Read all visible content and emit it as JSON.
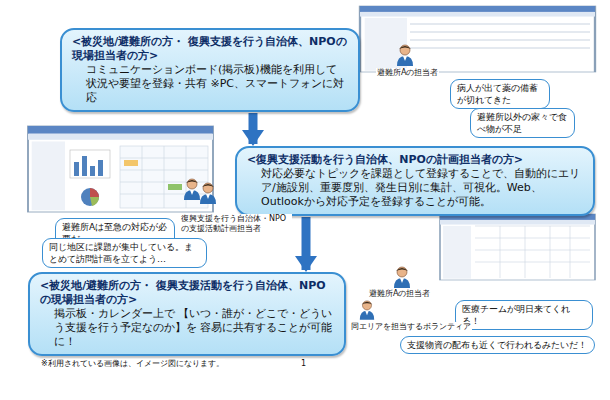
{
  "diagram": {
    "nodes": [
      {
        "text": [
          "<被災地/避難所の方・ 復興支援を行う自治体、NPOの現場担当者の方>",
          "コミュニケーションボード(掲示板)機能を利用して 状況や要望を登録・共有 ※PC、スマートフォンに対応"
        ]
      },
      {
        "text": [
          "病人が出て薬の備蓄が切れてきた"
        ]
      },
      {
        "text": [
          "避難所以外の家々で食べ物が不足"
        ]
      },
      {
        "text": [
          "<復興支援活動を行う自治体、NPOの計画担当者の方>",
          "対応必要なトピックを課題として登録することで、自動的にエリア/施設別、重要度別、発生日別に集計、可視化。Web、Outlookから対応予定を登録することが可能。"
        ]
      },
      {
        "text": [
          "避難所Aは至急の対応が必要だ"
        ]
      },
      {
        "text": [
          "同じ地区に課題が集中している。まとめて訪問計画を立てよう…"
        ]
      },
      {
        "text": [
          "<被災地/避難所の方・ 復興支援活動を行う自治体、NPOの現場担当者の方>",
          "掲示板・カレンダー上で 【いつ・誰が・どこで・どういう支援を行う予定なのか】を 容易に共有することが可能に！"
        ]
      },
      {
        "text": [
          "医療チームが明日来てくれる！"
        ]
      },
      {
        "text": [
          "支援物資の配布も近くで行われるみたいだ！"
        ]
      }
    ],
    "edges": [
      {
        "from": 0,
        "to": 3,
        "arrow": "to"
      },
      {
        "from": 3,
        "to": 6,
        "arrow": "to"
      }
    ],
    "labels": [
      "避難所Aの担当者",
      "復興支援を行う自治体・NPOの支援活動計画担当者",
      "避難所Aの担当者",
      "同エリアを担当するボランティア",
      "1",
      "※利用されている画像は、イメージ図になります。"
    ]
  }
}
